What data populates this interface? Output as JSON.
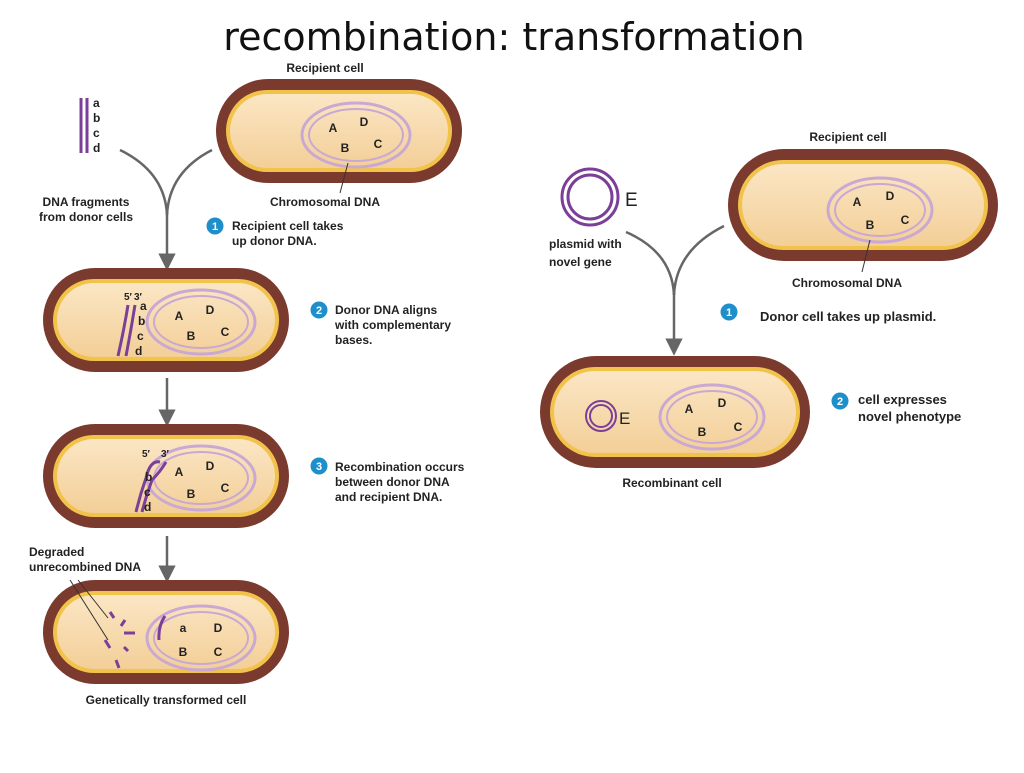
{
  "title": "recombination:  transformation",
  "colors": {
    "cell_wall": "#7a3a2e",
    "cell_membrane": "#f2c34a",
    "cytoplasm": "#f7d9a8",
    "chromosome": "#c9a8d3",
    "donor_dna": "#7b3f98",
    "step_badge": "#1f8fcb",
    "arrow": "#666666"
  },
  "left_panel": {
    "recipient_cell_label": "Recipient cell",
    "chromosomal_dna_label": "Chromosomal DNA",
    "fragments_label_line1": "DNA fragments",
    "fragments_label_line2": "from donor cells",
    "donor_genes": [
      "a",
      "b",
      "c",
      "d"
    ],
    "chromosome_genes": [
      "A",
      "D",
      "B",
      "C"
    ],
    "strand_label_5": "5′",
    "strand_label_3": "3′",
    "steps": [
      {
        "number": "1",
        "line1": "Recipient cell takes",
        "line2": "up donor DNA.",
        "line3": ""
      },
      {
        "number": "2",
        "line1": "Donor DNA aligns",
        "line2": "with complementary",
        "line3": "bases."
      },
      {
        "number": "3",
        "line1": "Recombination occurs",
        "line2": "between donor DNA",
        "line3": "and recipient DNA."
      }
    ],
    "degraded_label_line1": "Degraded",
    "degraded_label_line2": "unrecombined DNA",
    "final_genes": [
      "a",
      "D",
      "B",
      "C"
    ],
    "final_cell_label": "Genetically transformed cell"
  },
  "right_panel": {
    "plasmid_gene": "E",
    "plasmid_label_line1": "plasmid with",
    "plasmid_label_line2": "novel gene",
    "recipient_cell_label": "Recipient cell",
    "chromosomal_dna_label": "Chromosomal DNA",
    "chromosome_genes": [
      "A",
      "D",
      "B",
      "C"
    ],
    "steps": [
      {
        "number": "1",
        "line1": "Donor cell takes up plasmid.",
        "line2": ""
      },
      {
        "number": "2",
        "line1": "cell expresses",
        "line2": "novel phenotype"
      }
    ],
    "recombinant_cell_label": "Recombinant cell"
  }
}
